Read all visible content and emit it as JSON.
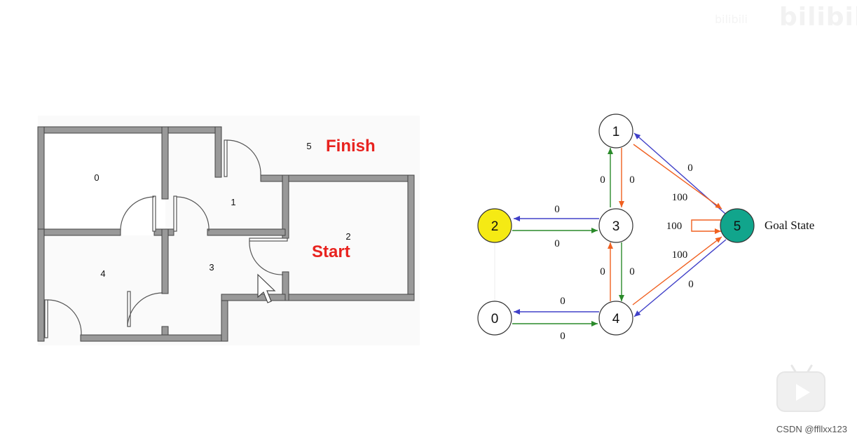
{
  "floorplan": {
    "rooms": [
      {
        "id": "0",
        "label": "0"
      },
      {
        "id": "1",
        "label": "1"
      },
      {
        "id": "2",
        "label": "2"
      },
      {
        "id": "3",
        "label": "3"
      },
      {
        "id": "4",
        "label": "4"
      },
      {
        "id": "5",
        "label": "5"
      }
    ],
    "finish_label": "Finish",
    "start_label": "Start",
    "wall_color": "#999999",
    "label_color": "#e8231f"
  },
  "graph": {
    "nodes": [
      {
        "id": "n1",
        "label": "1",
        "fill": "#ffffff"
      },
      {
        "id": "n2",
        "label": "2",
        "fill": "#f5ea14"
      },
      {
        "id": "n3",
        "label": "3",
        "fill": "#ffffff"
      },
      {
        "id": "n0",
        "label": "0",
        "fill": "#ffffff"
      },
      {
        "id": "n4",
        "label": "4",
        "fill": "#ffffff"
      },
      {
        "id": "n5",
        "label": "5",
        "fill": "#11a58c"
      }
    ],
    "edge_labels": {
      "e_3_1": "0",
      "e_1_3": "0",
      "e_5_1": "0",
      "e_1_5": "100",
      "e_3_2": "0",
      "e_2_3": "0",
      "e_5_5": "100",
      "e_4_3": "0",
      "e_3_4": "0",
      "e_4_5": "100",
      "e_5_4": "0",
      "e_4_0": "0",
      "e_0_4": "0"
    },
    "goal_label": "Goal State",
    "colors": {
      "blue": "#4040c8",
      "green": "#2a8a2a",
      "orange": "#f06020"
    }
  },
  "watermark": {
    "logo": "bilibili",
    "text": "bilibili"
  },
  "credit": "CSDN @ffllxx123"
}
